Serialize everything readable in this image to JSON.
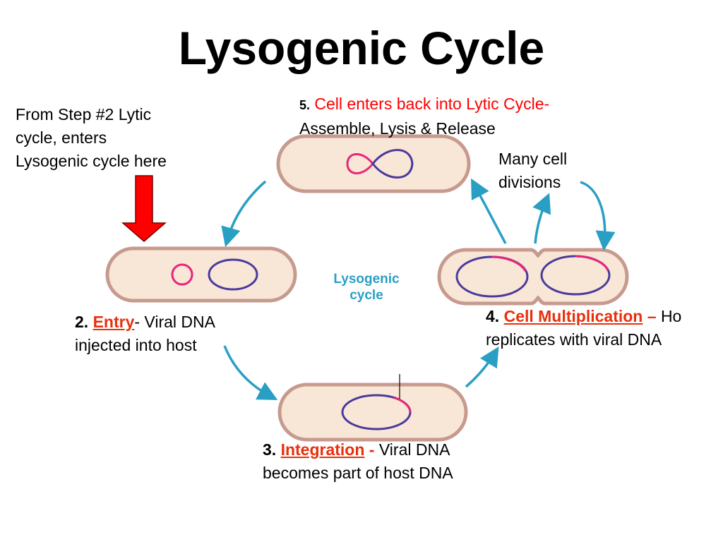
{
  "title": "Lysogenic Cycle",
  "center_label": [
    "Lysogenic",
    "cycle"
  ],
  "note": [
    "From Step #2 Lytic",
    "cycle, enters",
    "Lysogenic cycle here"
  ],
  "step2": {
    "num": "2.",
    "term": "Entry",
    "desc": "- Viral DNA",
    "line2": "injected into host"
  },
  "step3": {
    "num": "3.",
    "term": "Integration",
    "sep": " - ",
    "desc": "Viral DNA",
    "line2": "becomes part of host DNA"
  },
  "step4": {
    "num": "4.",
    "term": "Cell Multiplication",
    "sep": " – ",
    "desc": "Ho",
    "line2": "replicates with viral DNA"
  },
  "step5": {
    "num": "5.",
    "text": "Cell enters back into Lytic Cycle-",
    "line2": "Assemble, Lysis & Release"
  },
  "divisions": [
    "Many cell",
    "divisions"
  ],
  "colors": {
    "cell_fill": "#f8e6d6",
    "cell_stroke": "#c79a8e",
    "viral_dna": "#e8257a",
    "host_dna": "#4a3a9c",
    "arrow": "#2a9fc4",
    "red_arrow": "#ff0000",
    "term": "#e8300c"
  }
}
